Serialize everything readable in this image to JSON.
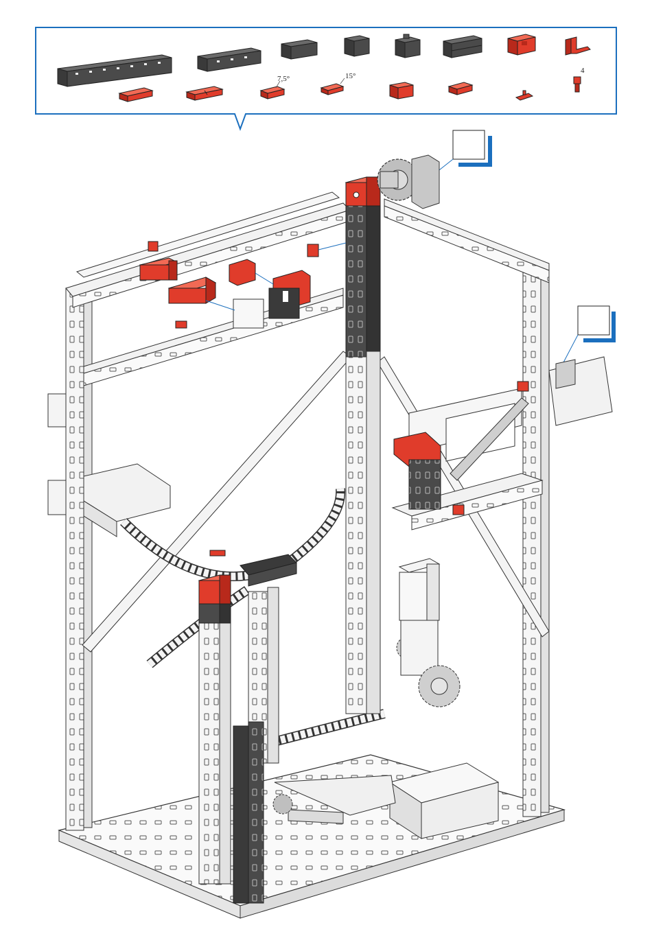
{
  "parts_panel": {
    "row1": [
      {
        "name": "building-block-long-dark"
      },
      {
        "name": "building-block-medium-dark"
      },
      {
        "name": "building-block-short-dark"
      },
      {
        "name": "building-block-cube-dark-a"
      },
      {
        "name": "building-block-cube-dark-b"
      },
      {
        "name": "building-block-double-dark"
      },
      {
        "name": "building-block-red-stacked"
      },
      {
        "name": "angle-bracket-red"
      }
    ],
    "row2": [
      {
        "name": "flat-plate-red-a",
        "label": ""
      },
      {
        "name": "flat-plate-red-b",
        "label": ""
      },
      {
        "name": "angle-block-red-7-5",
        "label": "7,5°"
      },
      {
        "name": "angle-block-red-15",
        "label": "15°"
      },
      {
        "name": "building-block-red-cube",
        "label": ""
      },
      {
        "name": "angle-block-red-small",
        "label": ""
      },
      {
        "name": "connector-red",
        "label": ""
      },
      {
        "name": "peg-red",
        "label": "4"
      }
    ]
  },
  "callouts": [
    {
      "name": "callout-box-top",
      "text": ""
    },
    {
      "name": "callout-box-right",
      "text": ""
    }
  ],
  "colors": {
    "accent_blue": "#1b6fbe",
    "part_red": "#e03c2b",
    "part_dark": "#4a4a4a",
    "frame_gray": "#f4f4f4",
    "outline": "#333333"
  }
}
